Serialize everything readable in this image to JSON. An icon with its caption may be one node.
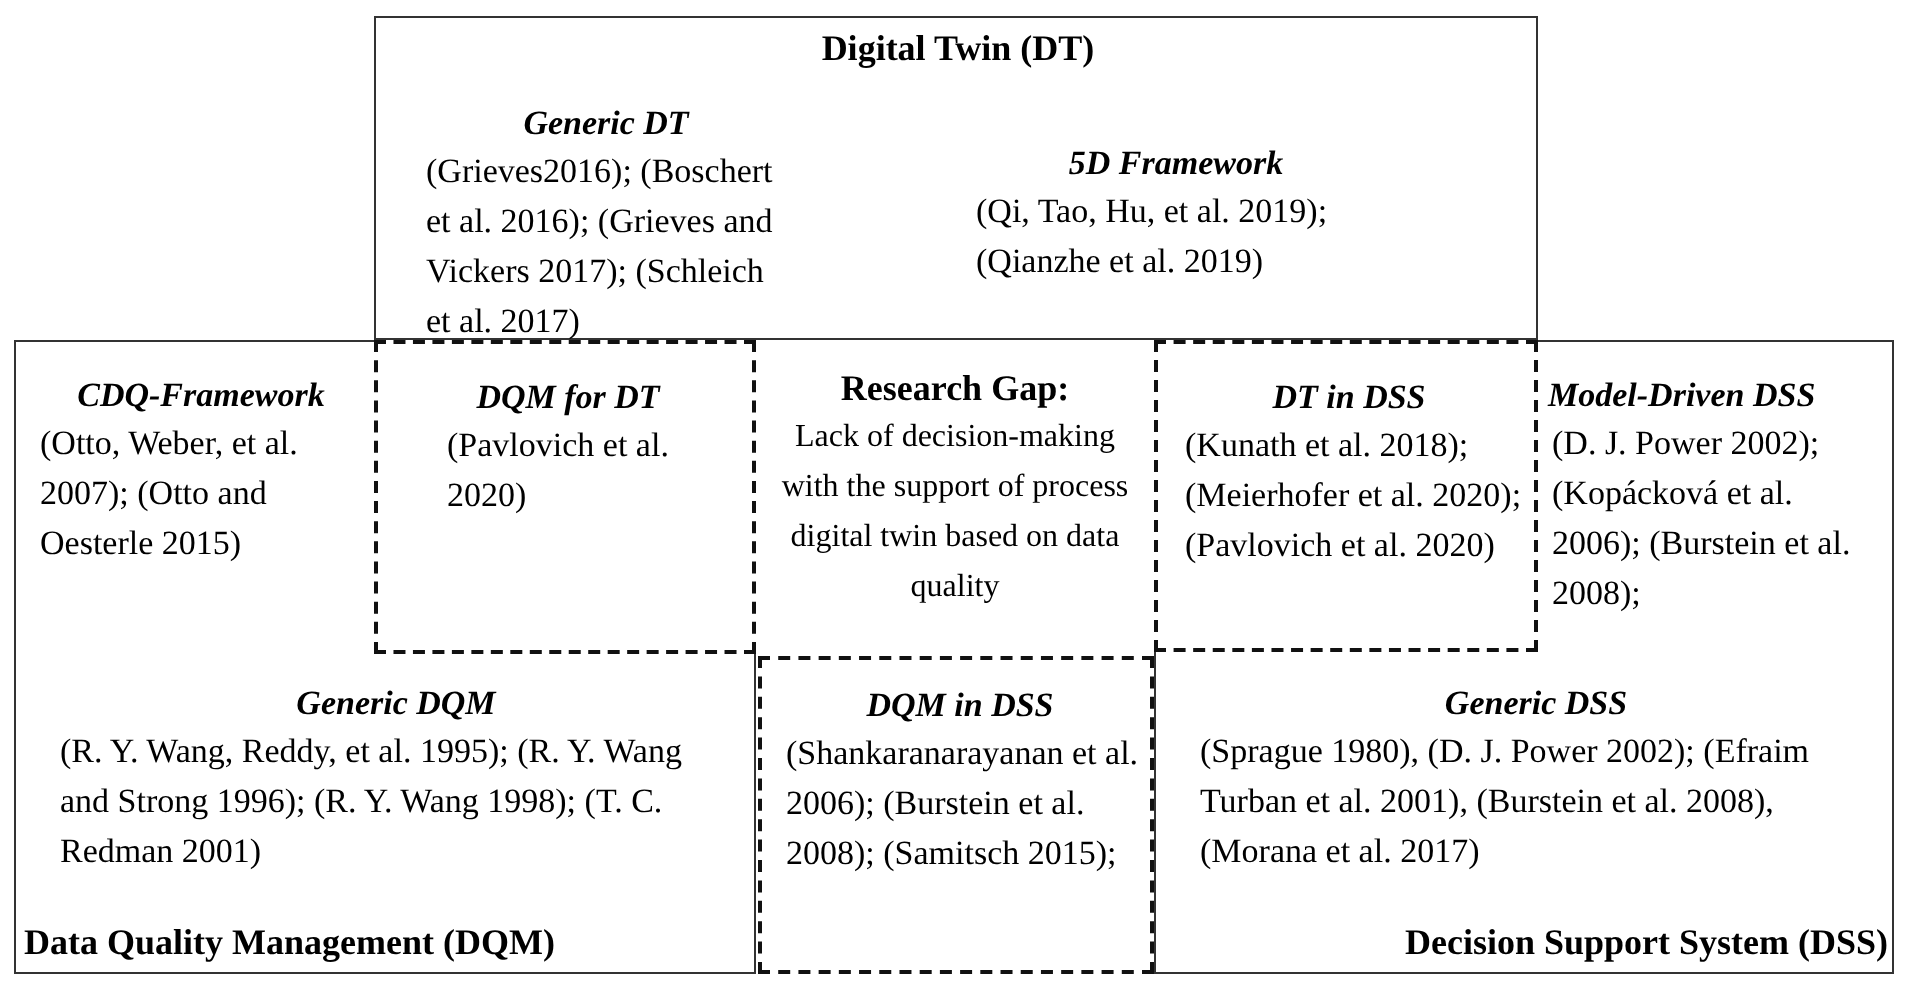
{
  "diagram": {
    "nodes": [
      {
        "text": [
          "Digital Twin (DT)",
          "Generic DT",
          "(Grieves2016); (Boschert et al. 2016); (Grieves and Vickers 2017); (Schleich et al. 2017)",
          "5D Framework",
          "(Qi, Tao, Hu, et al. 2019); (Qianzhe et al. 2019)"
        ]
      },
      {
        "text": [
          "CDQ-Framework",
          "(Otto, Weber, et al. 2007); (Otto and Oesterle 2015)",
          "Generic DQM",
          "(R. Y. Wang, Reddy, et al. 1995); (R. Y. Wang and Strong 1996); (R. Y. Wang 1998); (T. C. Redman 2001)",
          "Data Quality Management (DQM)"
        ]
      },
      {
        "text": [
          "Model-Driven DSS",
          "(D. J. Power 2002); (Kopácková et al. 2006); (Burstein et al. 2008);",
          "Generic DSS",
          "(Sprague 1980), (D. J. Power 2002); (Efraim Turban et al. 2001), (Burstein et al. 2008), (Morana et al. 2017)",
          "Decision Support System (DSS)"
        ]
      },
      {
        "text": [
          "DQM for DT",
          "(Pavlovich et al. 2020)"
        ],
        "in": 1
      },
      {
        "text": [
          "Research Gap:",
          "Lack of decision-making with the support of process digital twin based on data quality"
        ]
      },
      {
        "text": [
          "DT in DSS",
          "(Kunath et al. 2018); (Meierhofer et al. 2020); (Pavlovich et al. 2020)"
        ],
        "in": 2
      },
      {
        "text": [
          "DQM in DSS",
          "(Shankaranarayanan et al. 2006); (Burstein et al. 2008); (Samitsch 2015);"
        ]
      }
    ],
    "edges": []
  }
}
